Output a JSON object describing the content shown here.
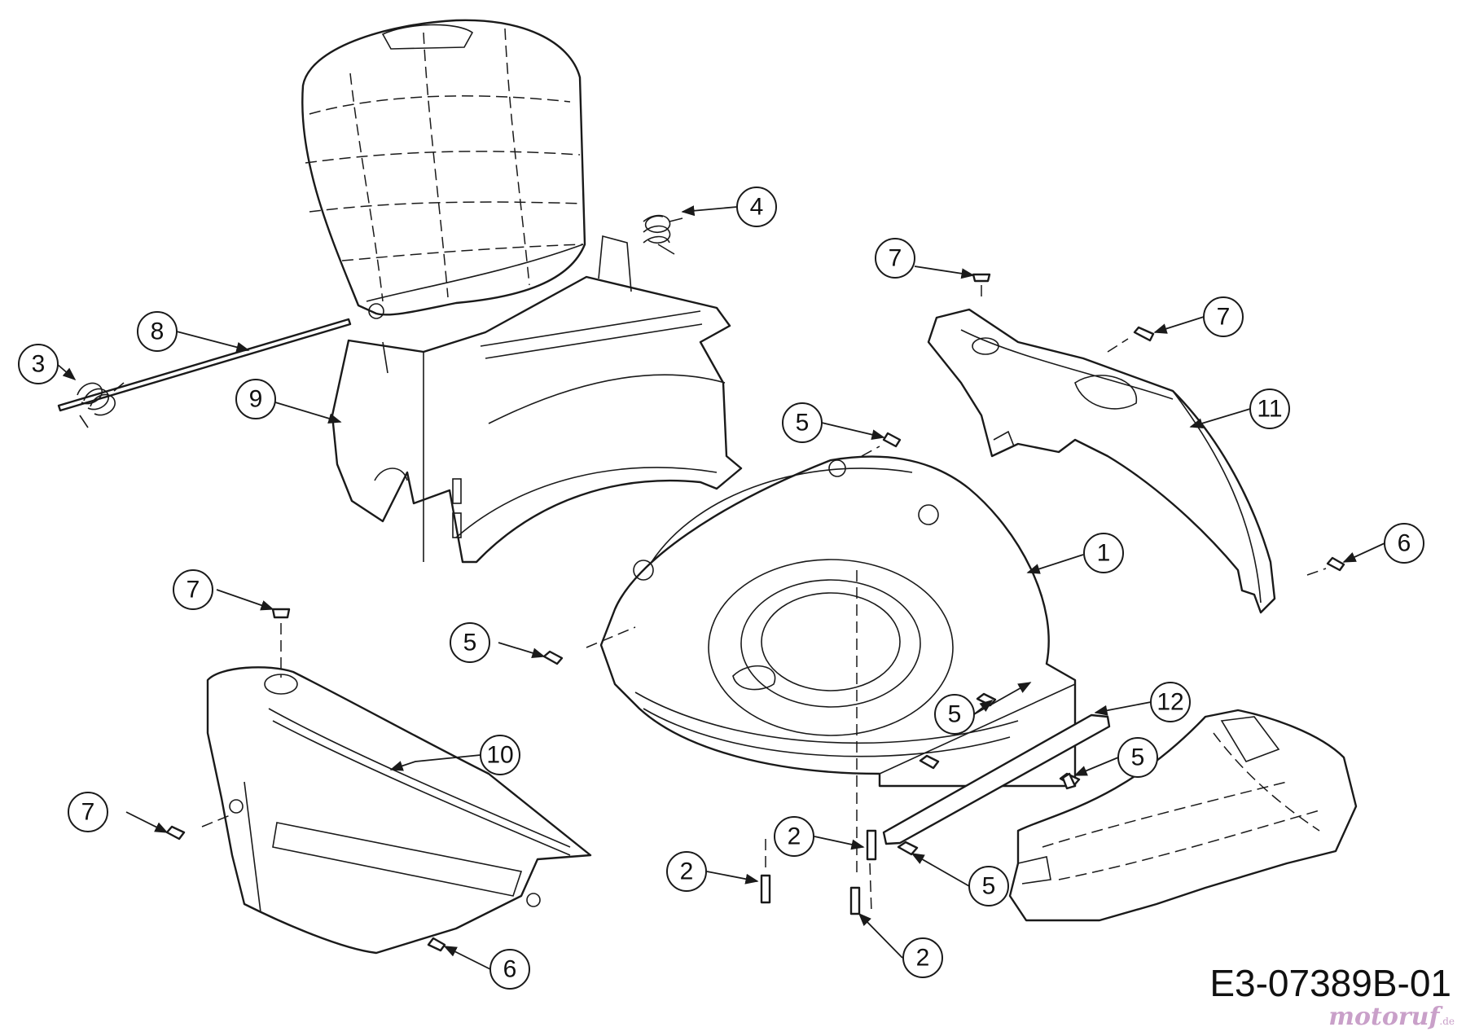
{
  "drawing_code": "E3-07389B-01",
  "watermark": {
    "text": "motoruf",
    "suffix": ".de",
    "color": "#c9a0c9"
  },
  "callouts": [
    {
      "id": "c1",
      "label": "1"
    },
    {
      "id": "c2a",
      "label": "2"
    },
    {
      "id": "c2b",
      "label": "2"
    },
    {
      "id": "c2c",
      "label": "2"
    },
    {
      "id": "c3",
      "label": "3"
    },
    {
      "id": "c4",
      "label": "4"
    },
    {
      "id": "c5a",
      "label": "5"
    },
    {
      "id": "c5b",
      "label": "5"
    },
    {
      "id": "c5c",
      "label": "5"
    },
    {
      "id": "c5d",
      "label": "5"
    },
    {
      "id": "c5e",
      "label": "5"
    },
    {
      "id": "c6a",
      "label": "6"
    },
    {
      "id": "c6b",
      "label": "6"
    },
    {
      "id": "c7a",
      "label": "7"
    },
    {
      "id": "c7b",
      "label": "7"
    },
    {
      "id": "c7c",
      "label": "7"
    },
    {
      "id": "c7d",
      "label": "7"
    },
    {
      "id": "c8",
      "label": "8"
    },
    {
      "id": "c9",
      "label": "9"
    },
    {
      "id": "c10",
      "label": "10"
    },
    {
      "id": "c11",
      "label": "11"
    },
    {
      "id": "c12",
      "label": "12"
    }
  ]
}
